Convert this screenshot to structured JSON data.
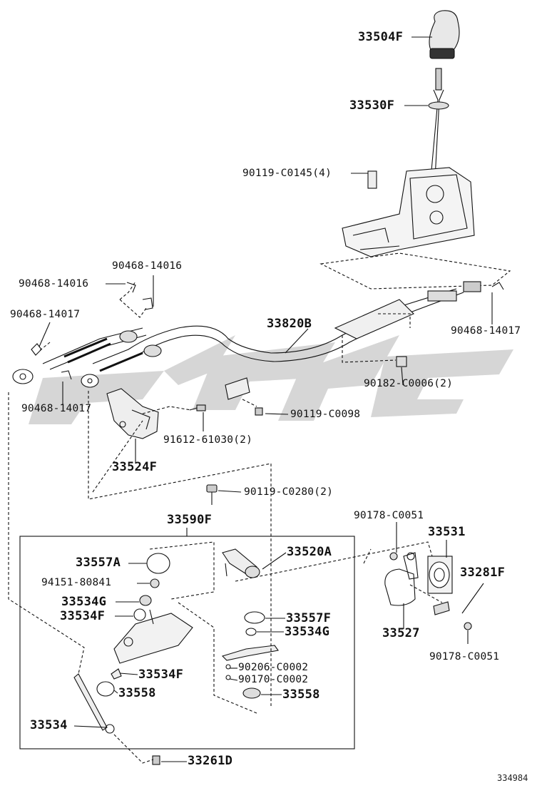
{
  "labels": {
    "p33504F": "33504F",
    "p33530F": "33530F",
    "p90119_C0145": "90119-C0145(4)",
    "p90468_14016_a": "90468-14016",
    "p90468_14016_b": "90468-14016",
    "p90468_14017_a": "90468-14017",
    "p90468_14017_b": "90468-14017",
    "p90468_14017_c": "90468-14017",
    "p33820B": "33820B",
    "p90182_C0006": "90182-C0006(2)",
    "p90119_C0098": "90119-C0098",
    "p91612_61030": "91612-61030(2)",
    "p33524F": "33524F",
    "p90119_C0280": "90119-C0280(2)",
    "p33590F": "33590F",
    "p90178_C0051_a": "90178-C0051",
    "p33531": "33531",
    "p33520A": "33520A",
    "p33281F": "33281F",
    "p33557A": "33557A",
    "p94151_80841": "94151-80841",
    "p33534G_a": "33534G",
    "p33534F_a": "33534F",
    "p33557F": "33557F",
    "p33534G_b": "33534G",
    "p33527": "33527",
    "p90178_C0051_b": "90178-C0051",
    "p33534F_b": "33534F",
    "p90206_C0002": "90206-C0002",
    "p33558_a": "33558",
    "p90170_C0002": "90170-C0002",
    "p33558_b": "33558",
    "p33534": "33534",
    "p33261D": "33261D",
    "diagram_id": "334984"
  },
  "colors": {
    "line": "#111111",
    "watermark": "#c8c8c8"
  }
}
